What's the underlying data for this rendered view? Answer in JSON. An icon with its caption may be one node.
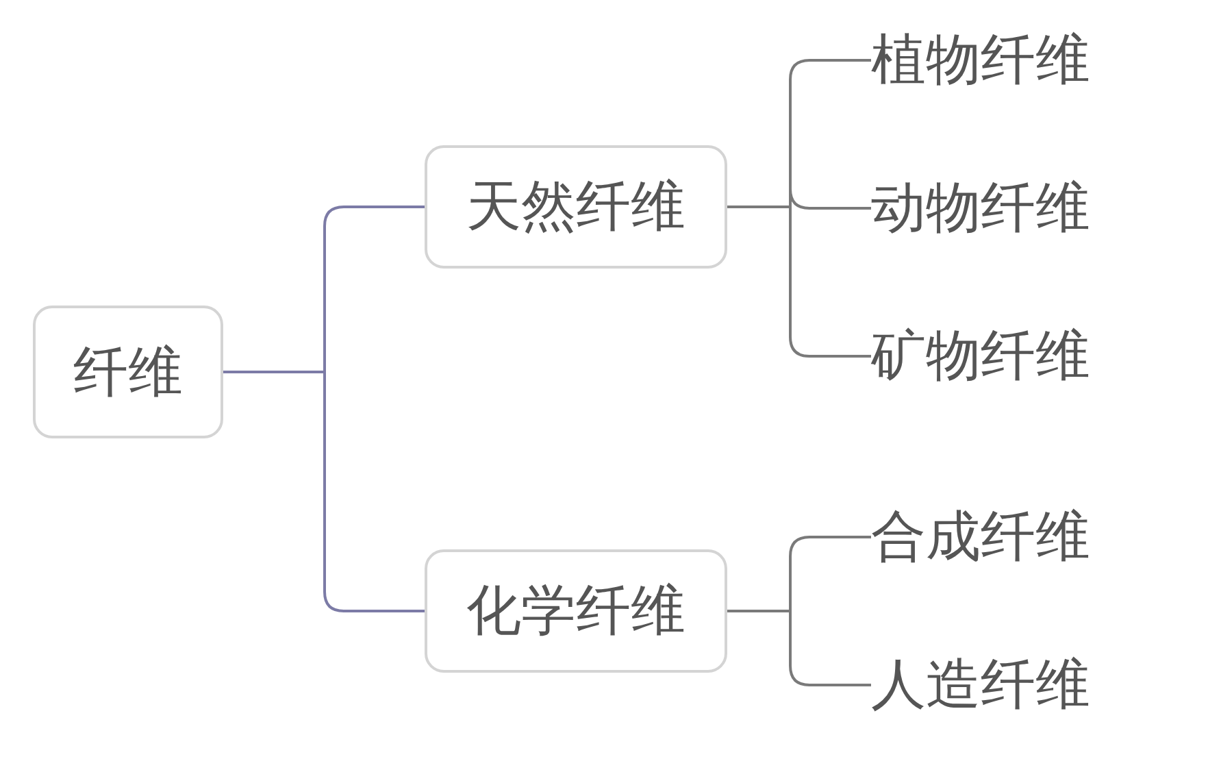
{
  "diagram": {
    "nodes": [
      {
        "text": [
          "纤维"
        ]
      },
      {
        "text": [
          "天然纤维"
        ]
      },
      {
        "text": [
          "化学纤维"
        ]
      },
      {
        "text": [
          "植物纤维"
        ]
      },
      {
        "text": [
          "动物纤维"
        ]
      },
      {
        "text": [
          "矿物纤维"
        ]
      },
      {
        "text": [
          "合成纤维"
        ]
      },
      {
        "text": [
          "人造纤维"
        ]
      }
    ],
    "edges": [
      {
        "from": 0,
        "to": 1,
        "arrow": "none",
        "color": "#7c7ba6"
      },
      {
        "from": 0,
        "to": 2,
        "arrow": "none",
        "color": "#7c7ba6"
      },
      {
        "from": 1,
        "to": 3,
        "arrow": "none"
      },
      {
        "from": 1,
        "to": 4,
        "arrow": "none"
      },
      {
        "from": 1,
        "to": 5,
        "arrow": "none"
      },
      {
        "from": 2,
        "to": 6,
        "arrow": "none"
      },
      {
        "from": 2,
        "to": 7,
        "arrow": "none"
      }
    ]
  }
}
